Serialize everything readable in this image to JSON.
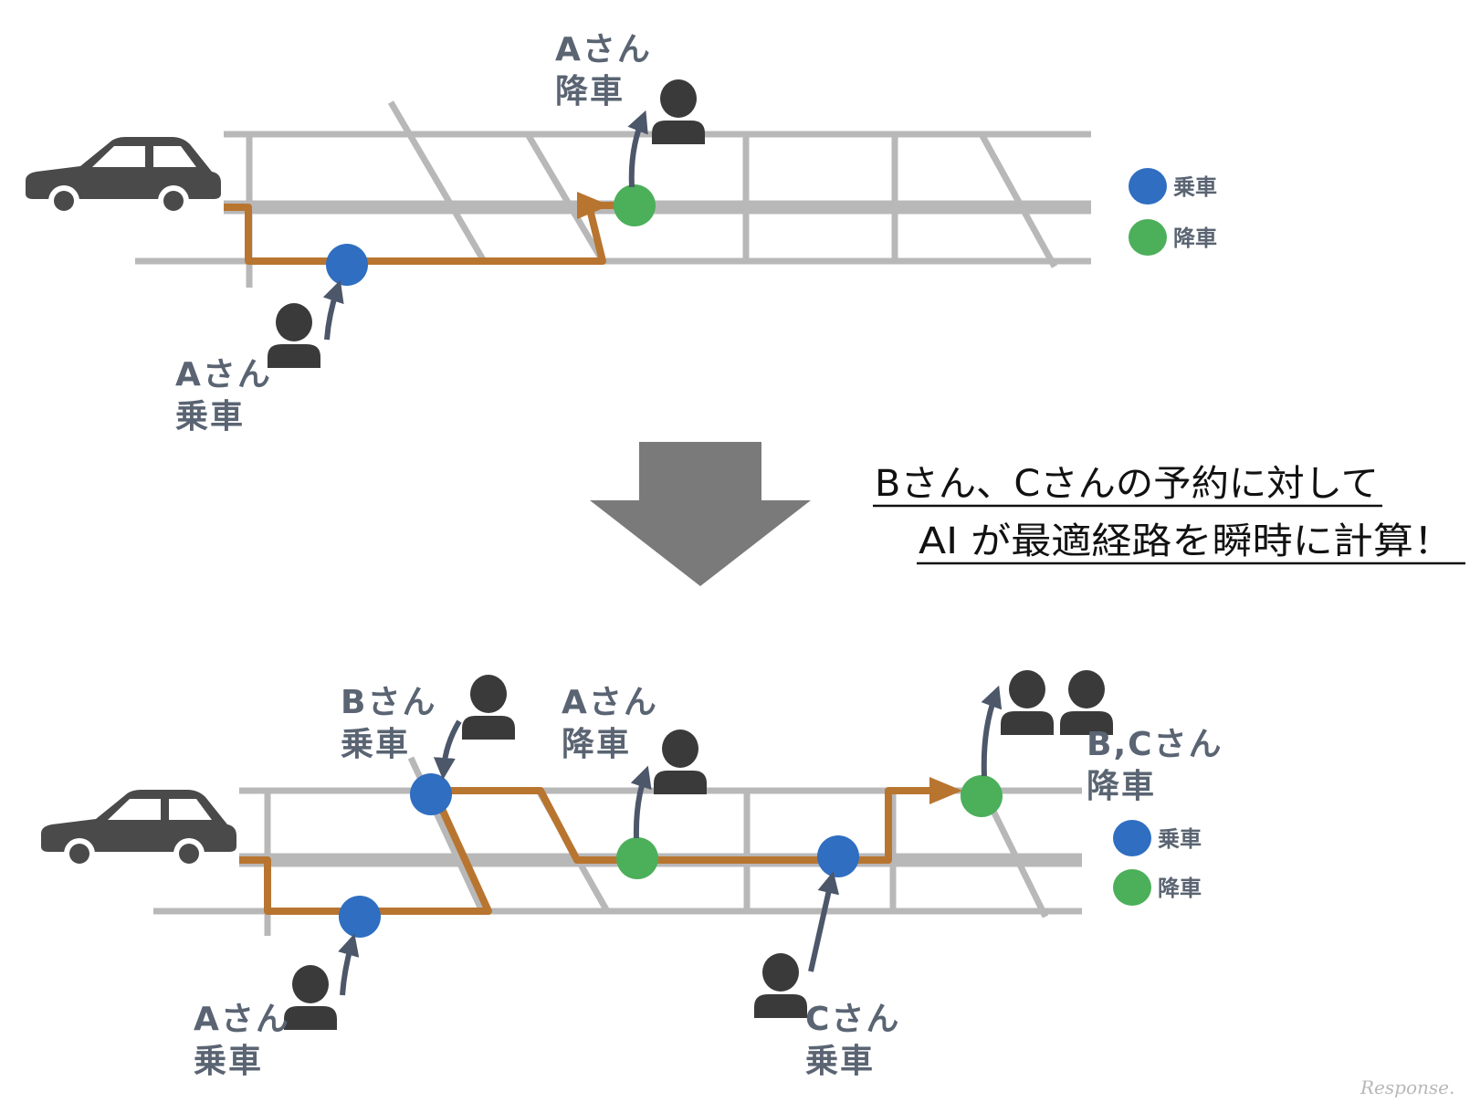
{
  "colors": {
    "road": "#b8b8b8",
    "route": "#b87530",
    "pickup": "#2f6ec1",
    "dropoff": "#4caf5a",
    "person": "#3a3a3a",
    "arrow": "#4c5769",
    "big_arrow": "#7a7a7a",
    "label": "#5a6472"
  },
  "icons": [
    "car-icon",
    "person-icon",
    "big-down-arrow-icon"
  ],
  "legend": {
    "pickup": "乗車",
    "dropoff": "降車"
  },
  "headline": {
    "line1": "Bさん、Cさんの予約に対して",
    "line2": "AI が最適経路を瞬時に計算！"
  },
  "top": {
    "a_dropoff": [
      "Aさん",
      "降車"
    ],
    "a_pickup": [
      "Aさん",
      "乗車"
    ]
  },
  "bottom": {
    "b_pickup": [
      "Bさん",
      "乗車"
    ],
    "a_dropoff": [
      "Aさん",
      "降車"
    ],
    "bc_dropoff": [
      "B,Cさん",
      "降車"
    ],
    "a_pickup": [
      "Aさん",
      "乗車"
    ],
    "c_pickup": [
      "Cさん",
      "乗車"
    ]
  },
  "watermark": "Response."
}
